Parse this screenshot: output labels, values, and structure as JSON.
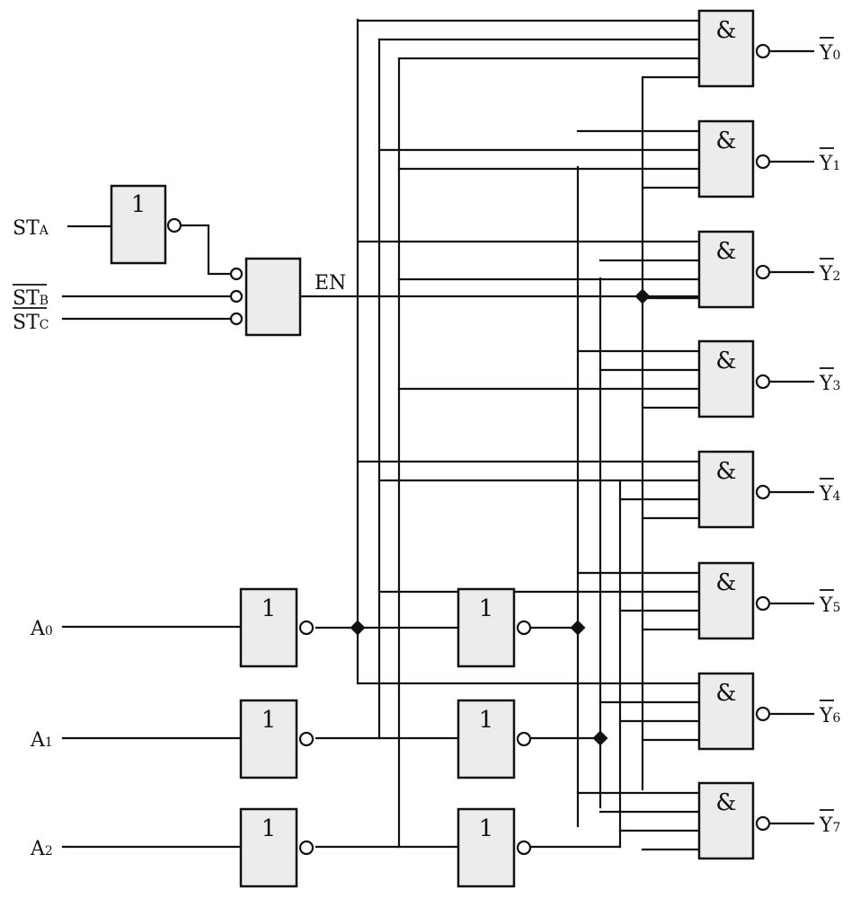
{
  "inputs": {
    "st_a": {
      "main": "ST",
      "sub": "A"
    },
    "st_b": {
      "main": "ST",
      "sub": "B"
    },
    "st_c": {
      "main": "ST",
      "sub": "C"
    },
    "a0": {
      "main": "A",
      "sub": "0"
    },
    "a1": {
      "main": "A",
      "sub": "1"
    },
    "a2": {
      "main": "A",
      "sub": "2"
    }
  },
  "enable_label": "EN",
  "gate_symbols": {
    "not": "1",
    "nand": "&"
  },
  "outputs": [
    {
      "main": "Y",
      "sub": "0"
    },
    {
      "main": "Y",
      "sub": "1"
    },
    {
      "main": "Y",
      "sub": "2"
    },
    {
      "main": "Y",
      "sub": "3"
    },
    {
      "main": "Y",
      "sub": "4"
    },
    {
      "main": "Y",
      "sub": "5"
    },
    {
      "main": "Y",
      "sub": "6"
    },
    {
      "main": "Y",
      "sub": "7"
    }
  ]
}
